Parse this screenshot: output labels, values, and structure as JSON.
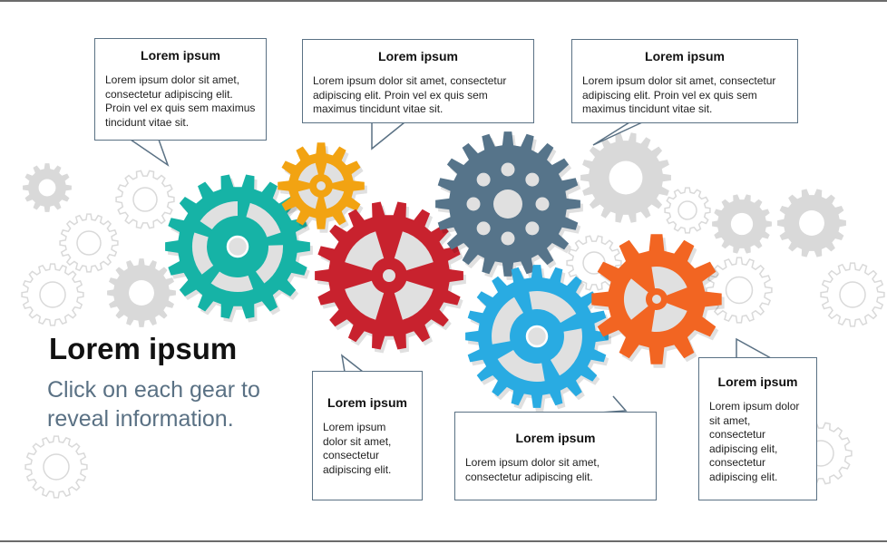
{
  "page": {
    "title": "Lorem ipsum",
    "subtitle": "Click on each gear to reveal information."
  },
  "callouts": [
    {
      "id": "teal",
      "title": "Lorem ipsum",
      "body": "Lorem ipsum dolor sit amet, consectetur adipiscing elit. Proin vel ex quis sem maximus tincidunt vitae sit."
    },
    {
      "id": "yellow",
      "title": "Lorem ipsum",
      "body": "Lorem ipsum dolor sit amet, consectetur adipiscing elit. Proin vel ex quis sem maximus tincidunt vitae sit."
    },
    {
      "id": "gray",
      "title": "Lorem ipsum",
      "body": "Lorem ipsum dolor sit amet, consectetur adipiscing elit. Proin vel ex quis sem maximus tincidunt vitae sit."
    },
    {
      "id": "red",
      "title": "Lorem ipsum",
      "body": "Lorem ipsum dolor sit amet, consectetur adipiscing elit."
    },
    {
      "id": "blue",
      "title": "Lorem ipsum",
      "body": "Lorem ipsum dolor sit amet, consectetur adipiscing elit."
    },
    {
      "id": "orange",
      "title": "Lorem ipsum",
      "body": "Lorem ipsum dolor sit amet, consectetur adipiscing elit, consectetur adipiscing elit."
    }
  ],
  "gears": [
    {
      "id": "teal",
      "color": "#16b3a6",
      "style": "spokes"
    },
    {
      "id": "yellow",
      "color": "#f2a312",
      "style": "spokes"
    },
    {
      "id": "red",
      "color": "#c8222e",
      "style": "spokes"
    },
    {
      "id": "gray",
      "color": "#56748a",
      "style": "holes"
    },
    {
      "id": "blue",
      "color": "#29abe2",
      "style": "spokes"
    },
    {
      "id": "orange",
      "color": "#f26522",
      "style": "spokes"
    }
  ],
  "colors": {
    "outline": "#5a7184",
    "background_gear": "#d9d9d9",
    "subtitle": "#5a7184"
  },
  "icons": {
    "gear": "gear-icon"
  }
}
